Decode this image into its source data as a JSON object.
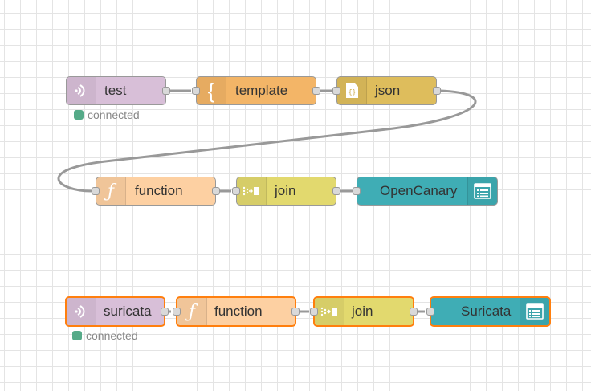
{
  "colors": {
    "mqtt_in": "#d8bfd8",
    "template": "#f3b567",
    "json": "#debd5c",
    "function": "#fdd0a2",
    "join": "#e2d96e",
    "debug": "#3fadb5",
    "selection": "#ff7f0e",
    "wire": "#999999",
    "status_connected": "#5a8"
  },
  "flow1": {
    "nodes": [
      {
        "label": "test",
        "icon": "mqtt-wave-icon"
      },
      {
        "label": "template",
        "icon": "curly-brace-icon"
      },
      {
        "label": "json",
        "icon": "json-file-icon"
      }
    ],
    "status": "connected"
  },
  "flow2": {
    "nodes": [
      {
        "label": "function",
        "icon": "function-icon"
      },
      {
        "label": "join",
        "icon": "join-icon"
      },
      {
        "label": "OpenCanary",
        "icon": "debug-list-icon"
      }
    ]
  },
  "flow3": {
    "nodes": [
      {
        "label": "suricata",
        "icon": "mqtt-wave-icon"
      },
      {
        "label": "function",
        "icon": "function-icon"
      },
      {
        "label": "join",
        "icon": "join-icon"
      },
      {
        "label": "Suricata",
        "icon": "debug-list-icon"
      }
    ],
    "status": "connected"
  }
}
